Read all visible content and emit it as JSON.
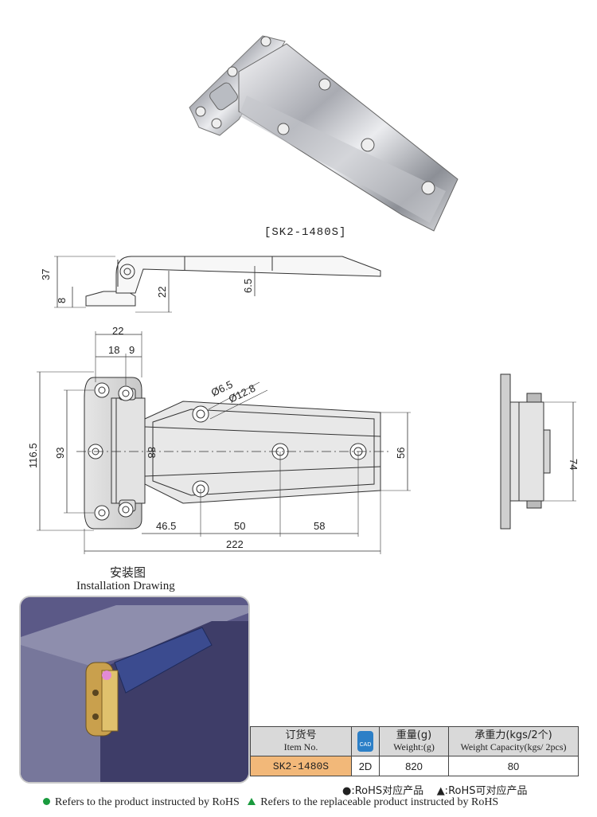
{
  "model_code": "[SK2-1480S]",
  "side_view": {
    "d37": "37",
    "d8": "8",
    "d22": "22",
    "d65": "6.5"
  },
  "top_view": {
    "d22": "22",
    "d18": "18",
    "d9": "9",
    "hole_small": "Ø6.5",
    "hole_large": "Ø12.8",
    "d1165": "116.5",
    "d93": "93",
    "d88": "88",
    "d56": "56",
    "d465": "46.5",
    "d50": "50",
    "d58": "58",
    "d222": "222"
  },
  "end_view": {
    "d74": "74"
  },
  "installation": {
    "title_cn": "安装图",
    "title_en": "Installation Drawing"
  },
  "spec_table": {
    "item_cn": "订货号",
    "item_en": "Item No.",
    "cad_label": "CAD",
    "weight_cn": "重量(g)",
    "weight_en": "Weight:(g)",
    "capacity_cn": "承重力(kgs/2个)",
    "capacity_en": "Weight Capacity(kgs/ 2pcs)",
    "item_no": "SK2-1480S",
    "type": "2D",
    "weight": "820",
    "capacity": "80"
  },
  "rohs": {
    "mark1": "●:RoHS对应产品",
    "mark2": "▲:RoHS可对应产品",
    "legend1": "Refers to the product instructed by RoHS",
    "legend2": "Refers to the replaceable product instructed by RoHS"
  },
  "colors": {
    "green": "#1a9b3e",
    "orange": "#f2b879",
    "cad_blue": "#2c7fc7"
  }
}
